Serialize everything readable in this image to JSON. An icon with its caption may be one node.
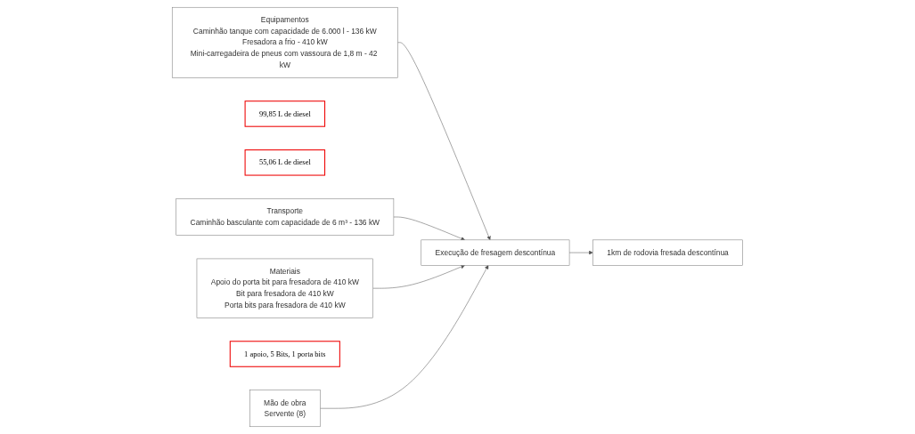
{
  "diagram": {
    "nodes": [
      {
        "text": [
          "Equipamentos",
          "Caminhão tanque com capacidade de 6.000 l - 136 kW",
          "Fresadora a frio - 410 kW",
          "Mini-carregadeira de pneus com vassoura de 1,8 m - 42 kW"
        ]
      },
      {
        "text": [
          "99,85 L de diesel"
        ]
      },
      {
        "text": [
          "55,06 L de diesel"
        ]
      },
      {
        "text": [
          "Transporte",
          "Caminhão basculante com capacidade de 6 m³ - 136 kW"
        ]
      },
      {
        "text": [
          "Materiais",
          "Apoio do porta bit para fresadora de 410 kW",
          "Bit para fresadora de 410 kW",
          "Porta bits para fresadora de 410 kW"
        ]
      },
      {
        "text": [
          "Execução de fresagem descontínua"
        ]
      },
      {
        "text": [
          "1km de rodovia fresada descontínua"
        ]
      },
      {
        "text": [
          "1 apoio, 5 Bits, 1 porta bits"
        ]
      },
      {
        "text": [
          "Mão de obra",
          "Servente (8)"
        ]
      }
    ],
    "edges": [
      {
        "from": 0,
        "to": 5,
        "arrow": "to"
      },
      {
        "from": 3,
        "to": 5,
        "arrow": "to"
      },
      {
        "from": 4,
        "to": 5,
        "arrow": "to"
      },
      {
        "from": 5,
        "to": 6,
        "arrow": "to"
      },
      {
        "from": 8,
        "to": 5,
        "arrow": "to"
      }
    ]
  }
}
